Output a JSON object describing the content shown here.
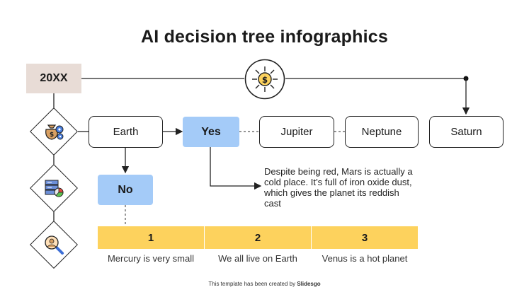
{
  "title": "AI decision tree infographics",
  "year_label": "20XX",
  "nodes": {
    "earth": "Earth",
    "yes": "Yes",
    "no": "No",
    "jupiter": "Jupiter",
    "neptune": "Neptune",
    "saturn": "Saturn"
  },
  "note": "Despite being red, Mars is actually a cold place. It’s full of iron oxide dust, which gives the planet its reddish cast",
  "steps": [
    {
      "number": "1",
      "caption": "Mercury is very small"
    },
    {
      "number": "2",
      "caption": "We all live on Earth"
    },
    {
      "number": "3",
      "caption": "Venus is a hot planet"
    }
  ],
  "footer": {
    "prefix": "This template has been created by",
    "brand": "Slidesgo"
  },
  "icons": [
    "money-gears-icon",
    "server-chart-icon",
    "search-user-icon",
    "coin-arrows-icon"
  ],
  "colors": {
    "accent_blue": "#a4cbf8",
    "accent_yellow": "#fdd25d",
    "year_bg": "#e8dcd6"
  }
}
